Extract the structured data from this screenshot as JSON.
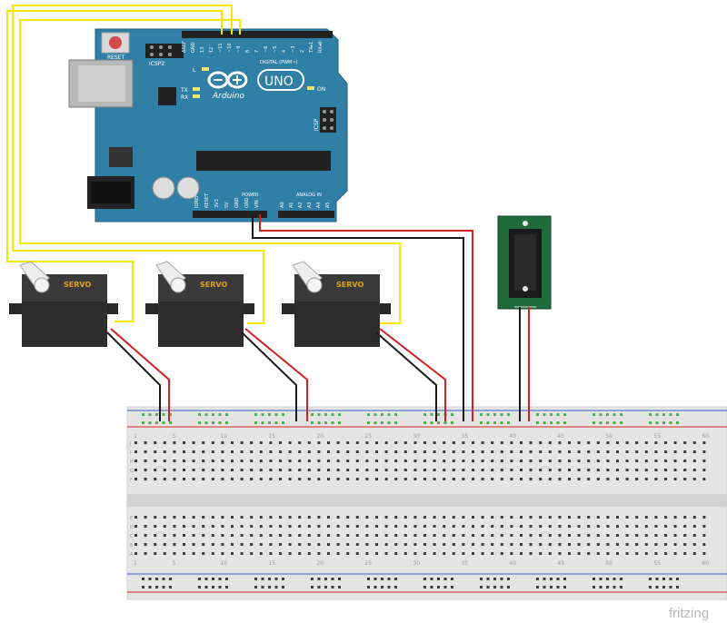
{
  "arduino": {
    "reset_label": "RESET",
    "icsp2_label": "ICSP2",
    "icsp_label": "ICSP",
    "led_l": "L",
    "led_tx": "TX",
    "led_rx": "RX",
    "on_label": "ON",
    "brand": "Arduino",
    "model": "UNO",
    "digital_label": "DIGITAL (PWM~)",
    "power_label": "POWER",
    "analog_label": "ANALOG IN",
    "digital_pins": [
      "AREF",
      "GND",
      "13",
      "12",
      "~11",
      "~10",
      "~9",
      "8",
      "7",
      "~6",
      "~5",
      "4",
      "~3",
      "2",
      "TX▸1",
      "RX◂0"
    ],
    "power_pins": [
      "IOREF",
      "RESET",
      "3V3",
      "5V",
      "GND",
      "GND",
      "VIN"
    ],
    "analog_pins": [
      "A0",
      "A1",
      "A2",
      "A3",
      "A4",
      "A5"
    ],
    "board_color": "#2f7fa6"
  },
  "servos": [
    {
      "label": "SERVO"
    },
    {
      "label": "SERVO"
    },
    {
      "label": "SERVO"
    }
  ],
  "breadboard": {
    "column_numbers_top": [
      "1",
      "5",
      "10",
      "15",
      "20",
      "25",
      "30",
      "35",
      "40",
      "45",
      "50",
      "55",
      "60"
    ],
    "row_letters_top": [
      "J",
      "I",
      "H",
      "G",
      "F"
    ],
    "row_letters_bottom": [
      "E",
      "D",
      "C",
      "B",
      "A"
    ]
  },
  "wire_colors": {
    "signal": "#f5e800",
    "power": "#d42020",
    "ground": "#1a1a1a"
  },
  "watermark": "fritzing"
}
